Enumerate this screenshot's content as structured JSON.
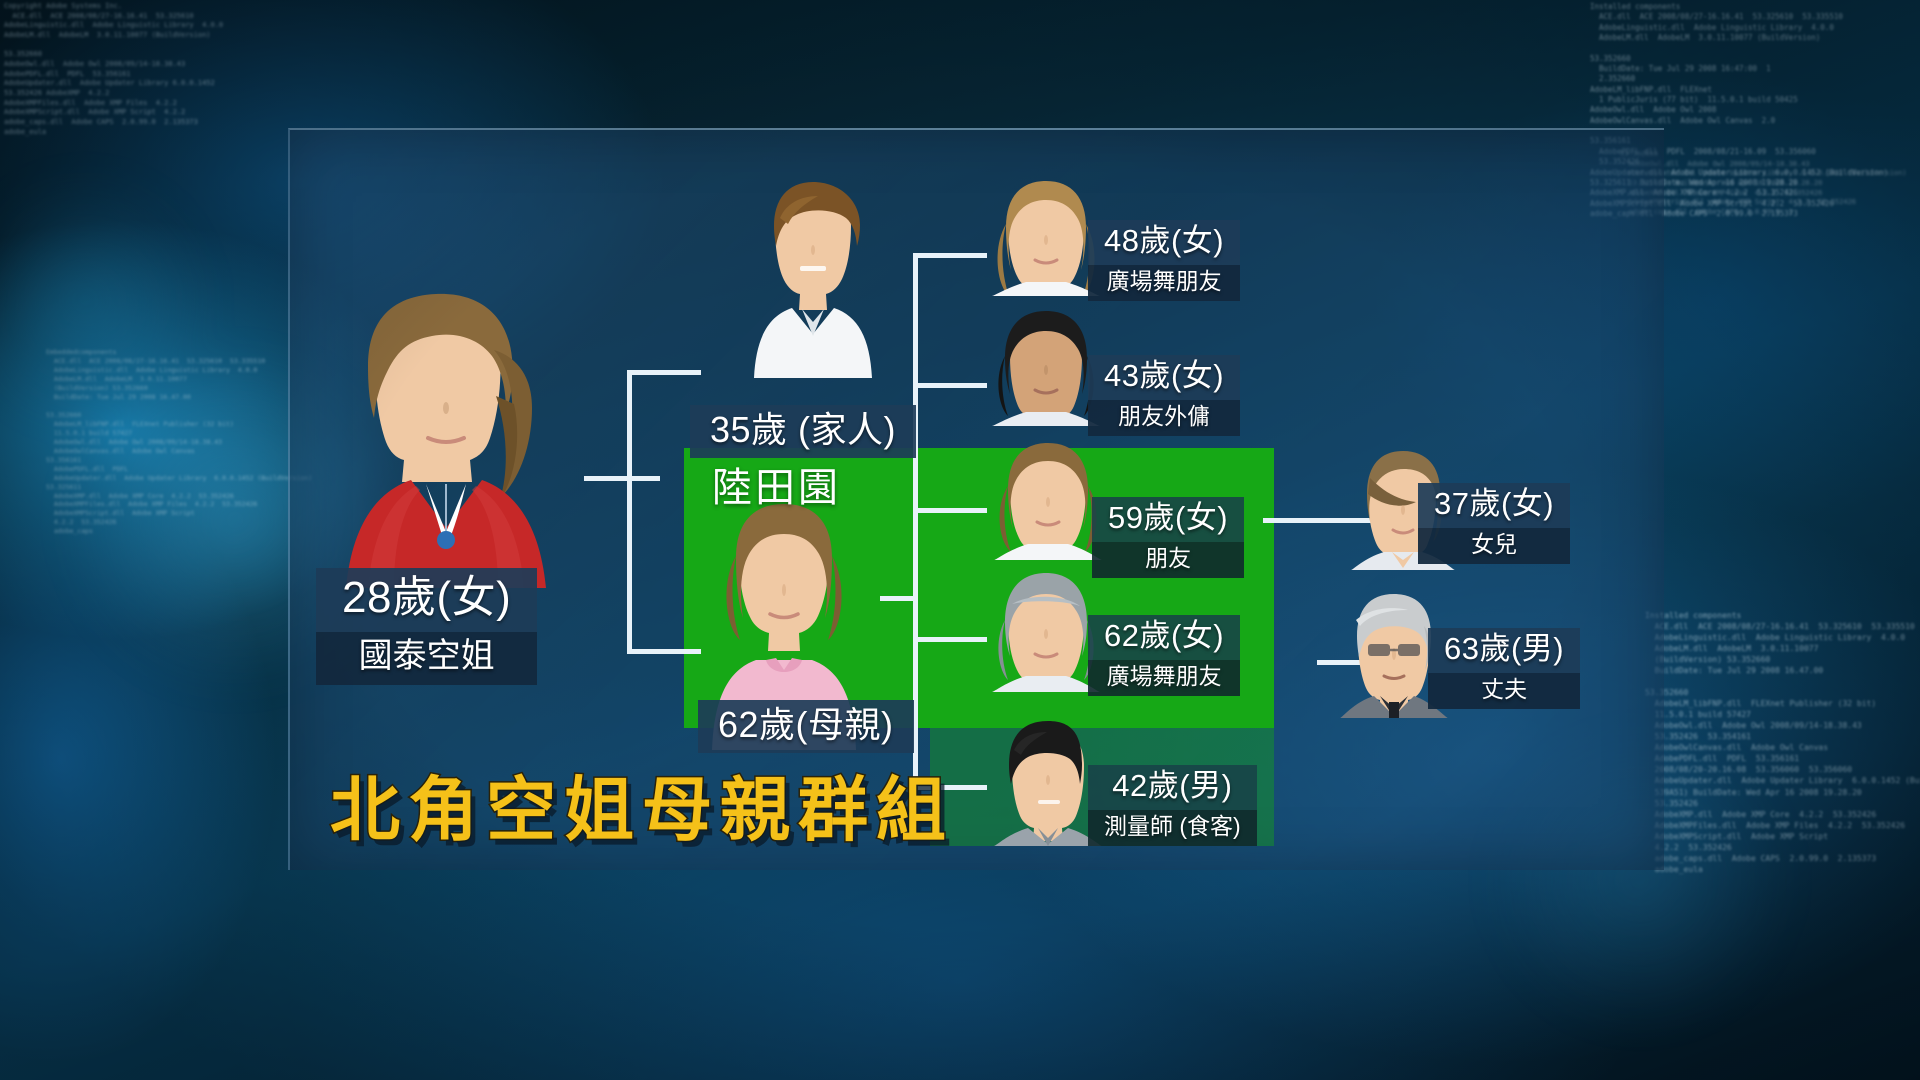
{
  "title": "北角空姐母親群組",
  "group_label": "陸田園",
  "colors": {
    "green_box": "#16a816",
    "teal_box": "#16a816",
    "title_yellow": "#f5c119",
    "label_bg": "#1d3c58",
    "role_bg": "#12283e",
    "connector": "#e8f2f9",
    "panel": "#245680"
  },
  "background_code": {
    "top_left": "Copyright Adobe Systems Inc.\n  ACE.dll  ACE 2008/08/27-16.16.41  53.325610\nAdobeLinguistic.dll  Adobe Linguistic Library  4.0.0\nAdobeLM.dll  AdobeLM  3.0.11.10077 (BuildVersion)\n\n53.352660\nAdobeOwl.dll  Adobe Owl 2008/09/14-18.38.43\nAdobePDFL.dll  PDFL  53.356161\nAdobeUpdater.dll  Adobe Updater Library 6.0.0.1452\n53.352426 AdobeXMP  4.2.2\nAdobeXMPFiles.dll  Adobe XMP Files  4.2.2\nAdobeXMPScript.dll  Adobe XMP Script  4.2.2\nadobe_caps.dll  Adobe CAPS  2.0.99.0  2.135373\nadobe_eula",
    "top_right": "Installed components\n  ACE.dll  ACE 2008/08/27-16.16.41  53.325610  53.335510\n  AdobeLinguistic.dll  Adobe Linguistic Library  4.0.0\n  AdobeLM.dll  AdobeLM  3.0.11.10077 (BuildVersion)\n\n53.352660\n  BuildDate: Tue Jul 29 2008 16:47:00  1\n  2.352660\nAdobeLM_libFNP.dll  FLEXnet\n  1 PublicJuris (77 bit)  11.5.0.1 build 50425\nAdobeOwl.dll  Adobe Owl 2008\nAdobeOwlCanvas.dll  Adobe Owl Canvas  2.0\n\n53.356161\n  AdobePDFL.dll  PDFL  2008/08/21-16.09  53.356060\n  53.352426\nAdobeUpdater.dll  Adobe Updater Library  6.0.0.1452 (BuildVersion)\n53.325611  BuildDate: Wed Apr 16 2008 19.28.20\nAdobeXMP.dll  Adobe XMP Core  4.2.2  53.352426\nAdobeXMPScript.dll  Adobe XMP Script  4.2.2  53.352426\nadobe_caps.dll  Adobe CAPS  2.0.99.0  2.135373",
    "mid_left": "Embeddedcomponents\n  ACE.dll  ACE 2008/08/27-16.16.41  53.325610  53.335510\n  AdobeLinguistic.dll  Adobe Linguistic Library  4.0.0\n  AdobeLM.dll  AdobeLM  3.0.11.10077\n  (BuildVersion) 53.352660\n  BuildDate: Tue Jul 29 2008 16.47.00\n\n53.352660\n  AdobeLM_libFNP.dll  FLEXnet Publisher (32 bit)\n  11.5.0.1 build 57427\n  AdobeOwl.dll  Adobe Owl 2008/09/14-18.38.43\n  AdobeOwlCanvas.dll  Adobe Owl Canvas\n53.356161\n  AdobePDFL.dll  PDFL\n  AdobeUpdater.dll  Adobe Updater Library  6.0.0.1452 (BuildVersion)\n53.325611\n  AdobeXMP.dll  Adobe XMP Core  4.2.2  53.352426\n  AdobeXMPFiles.dll  Adobe XMP Files  4.2.2  53.352426\n  AdobeXMPScript.dll  Adobe XMP Script\n  4.2.2  53.352426\n  adobe_caps",
    "bottom_right": "Installed components\n  ACE.dll  ACE 2008/08/27-16.16.41  53.325610  53.335510\n  AdobeLinguistic.dll  Adobe Linguistic Library  4.0.0\n  AdobeLM.dll  AdobeLM  3.0.11.10077\n  (BuildVersion) 53.352660\n  BuildDate: Tue Jul 29 2008 16.47.00\n\n53.352660\n  AdobeLM_libFNP.dll  FLEXnet Publisher (32 bit)\n  11.5.0.1 build 57427\n  AdobeOwl.dll  Adobe Owl 2008/09/14-18.38.43\n  53.352426  53.354161\n  AdobeOwlCanvas.dll  Adobe Owl Canvas\n  AdobePDFL.dll  PDFL  53.356161\n  2008/08/20-20.16.08  53.356060  53.356060\n  AdobeUpdater.dll  Adobe Updater Library  6.0.0.1452 (Build\n  539A51) BuildDate: Wed Apr 16 2008 19.28.20\n  53.352426\n  AdobeXMP.dll  Adobe XMP Core  4.2.2  53.352426\n  AdobeXMPFiles.dll  Adobe XMP Files  4.2.2  53.352426\n  AdobeXMPScript.dll  Adobe XMP Script\n  4.2.2  53.352426\n  adobe_caps.dll  Adobe CAPS  2.0.99.0  2.135373\n  adobe_eula",
    "top_right_2": "53.352660\n  AdobeOwl.dll  Adobe Owl 2008/09/14-18.38.43\n  AdobeUpdater.dll  Adobe Updater Library  6.0.0.1452 (BuildVersion)\n  53.325611  BuildDate: Wed Apr 16 2008 19.28.20\n  AdobeXMP.dll  Adobe XMP Core  4.2.2  53.352426\n  AdobeXMPScript.dll  Adobe XMP Script  4.2.2  53.352426\n  adobe_caps.dll  Adobe CAPS  2.0.99.0  2"
  },
  "nodes": {
    "flight_attendant": {
      "age": "28歲(女)",
      "role": "國泰空姐"
    },
    "family_member": {
      "age": "35歲 (家人)",
      "role": ""
    },
    "mother": {
      "age": "62歲(母親)",
      "role": ""
    },
    "friend_48": {
      "age": "48歲(女)",
      "role": "廣場舞朋友"
    },
    "friend_43": {
      "age": "43歲(女)",
      "role": "朋友外傭"
    },
    "friend_59": {
      "age": "59歲(女)",
      "role": "朋友"
    },
    "friend_62": {
      "age": "62歲(女)",
      "role": "廣場舞朋友"
    },
    "surveyor_42": {
      "age": "42歲(男)",
      "role": "測量師 (食客)"
    },
    "daughter_37": {
      "age": "37歲(女)",
      "role": "女兒"
    },
    "husband_63": {
      "age": "63歲(男)",
      "role": "丈夫"
    }
  }
}
